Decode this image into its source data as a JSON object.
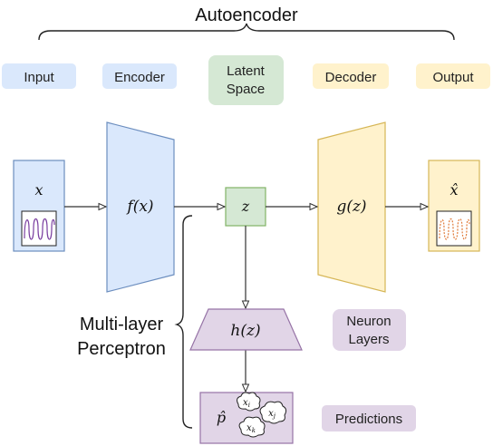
{
  "title": "Autoencoder",
  "legend": {
    "input": "Input",
    "encoder": "Encoder",
    "latent_line1": "Latent",
    "latent_line2": "Space",
    "decoder": "Decoder",
    "output": "Output",
    "neuron_line1": "Neuron",
    "neuron_line2": "Layers",
    "predictions": "Predictions"
  },
  "nodes": {
    "input_symbol": "x",
    "encoder_symbol": "f(x)",
    "latent_symbol": "z",
    "decoder_symbol": "g(z)",
    "output_symbol": "x̂",
    "mlp_symbol": "h(z)",
    "prediction_symbol": "p̂",
    "cloud_i": "x",
    "cloud_i_sub": "i",
    "cloud_j": "x",
    "cloud_j_sub": "j",
    "cloud_k": "x",
    "cloud_k_sub": "k"
  },
  "mlp_label_line1": "Multi-layer",
  "mlp_label_line2": "Perceptron",
  "colors": {
    "blue_fill": "#dae8fc",
    "blue_stroke": "#6c8ebf",
    "green_fill": "#d5e8d4",
    "green_stroke": "#82b366",
    "yellow_fill": "#fff2cc",
    "yellow_stroke": "#d6b656",
    "purple_fill": "#e1d5e7",
    "purple_stroke": "#9673a6",
    "signal_purple": "#7a3fa0",
    "signal_orange": "#e07b3a"
  }
}
